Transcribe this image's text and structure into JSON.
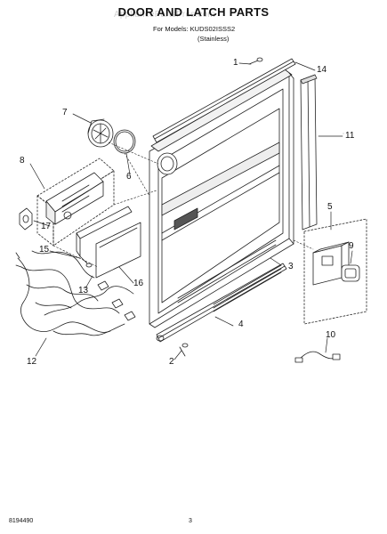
{
  "header": {
    "title": "DOOR AND LATCH PARTS",
    "models_line": "For Models: KUDS02ISSS2",
    "finish_line": "(Stainless)",
    "watermark": "AppliancePartsPros.com"
  },
  "callouts": [
    {
      "id": "1",
      "label": "1"
    },
    {
      "id": "2",
      "label": "2"
    },
    {
      "id": "3",
      "label": "3"
    },
    {
      "id": "4",
      "label": "4"
    },
    {
      "id": "5",
      "label": "5"
    },
    {
      "id": "6",
      "label": "6"
    },
    {
      "id": "7",
      "label": "7"
    },
    {
      "id": "8",
      "label": "8"
    },
    {
      "id": "9",
      "label": "9"
    },
    {
      "id": "10",
      "label": "10"
    },
    {
      "id": "11",
      "label": "11"
    },
    {
      "id": "12",
      "label": "12"
    },
    {
      "id": "13",
      "label": "13"
    },
    {
      "id": "14",
      "label": "14"
    },
    {
      "id": "15",
      "label": "15"
    },
    {
      "id": "16",
      "label": "16"
    },
    {
      "id": "17",
      "label": "17"
    }
  ],
  "footer": {
    "doc_number": "8194490",
    "page_number": "3"
  }
}
